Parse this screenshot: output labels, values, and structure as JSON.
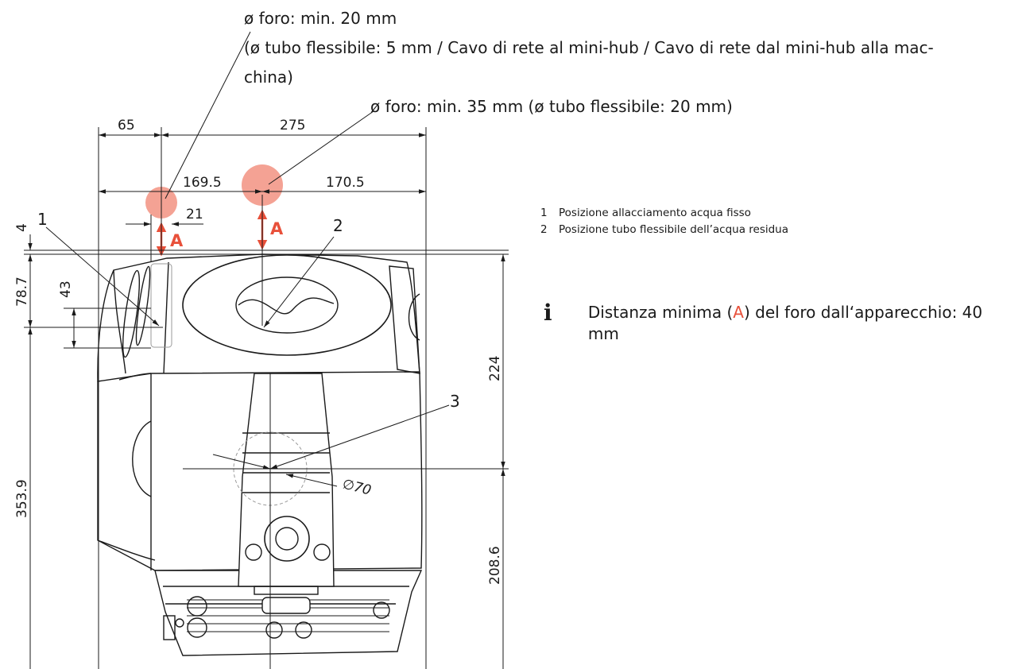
{
  "annotations": {
    "hole_small_line1": "ø foro: min. 20 mm",
    "hole_small_line2": "(ø tubo flessibile: 5 mm / Cavo di rete al mini-hub / Cavo di rete dal mini-hub alla mac-",
    "hole_small_line3": "china)",
    "hole_large": "ø foro: min. 35 mm (ø tubo flessibile: 20 mm)",
    "callout_1": "1",
    "callout_2": "2",
    "callout_3": "3",
    "marker_a_left": "A",
    "marker_a_right": "A"
  },
  "dimensions": {
    "d65": "65",
    "d275": "275",
    "d169_5": "169.5",
    "d170_5": "170.5",
    "d21": "21",
    "d4": "4",
    "d78_7": "78.7",
    "d43": "43",
    "d353_9": "353.9",
    "d224": "224",
    "d208_6": "208.6",
    "d70": "∅70"
  },
  "legend": [
    {
      "number": "1",
      "text": "Posizione allacciamento acqua fisso"
    },
    {
      "number": "2",
      "text": "Posizione tubo flessibile dell’acqua residua"
    }
  ],
  "info": {
    "icon": "info-icon",
    "text_before": "Distanza minima (",
    "marker": "A",
    "text_after": ") del foro dall‘apparecchio: 40 mm"
  },
  "colors": {
    "accent": "#e8503a",
    "hole_fill": "#f4a294",
    "line": "#1a1a1a"
  }
}
